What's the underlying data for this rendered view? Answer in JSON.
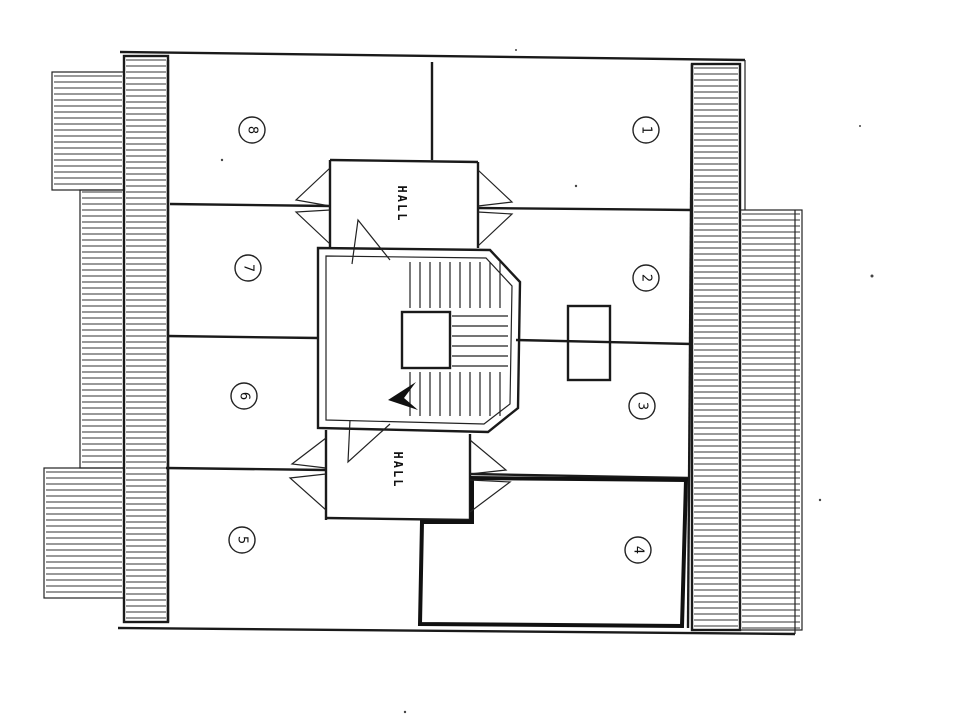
{
  "plan": {
    "rooms": [
      {
        "id": "1",
        "label": "1"
      },
      {
        "id": "2",
        "label": "2"
      },
      {
        "id": "3",
        "label": "3"
      },
      {
        "id": "4",
        "label": "4"
      },
      {
        "id": "5",
        "label": "5"
      },
      {
        "id": "6",
        "label": "6"
      },
      {
        "id": "7",
        "label": "7"
      },
      {
        "id": "8",
        "label": "8"
      }
    ],
    "halls": [
      {
        "label": "HALL"
      },
      {
        "label": "HALL"
      }
    ],
    "colors": {
      "ink": "#1a1a1a",
      "paper": "#ffffff"
    }
  }
}
